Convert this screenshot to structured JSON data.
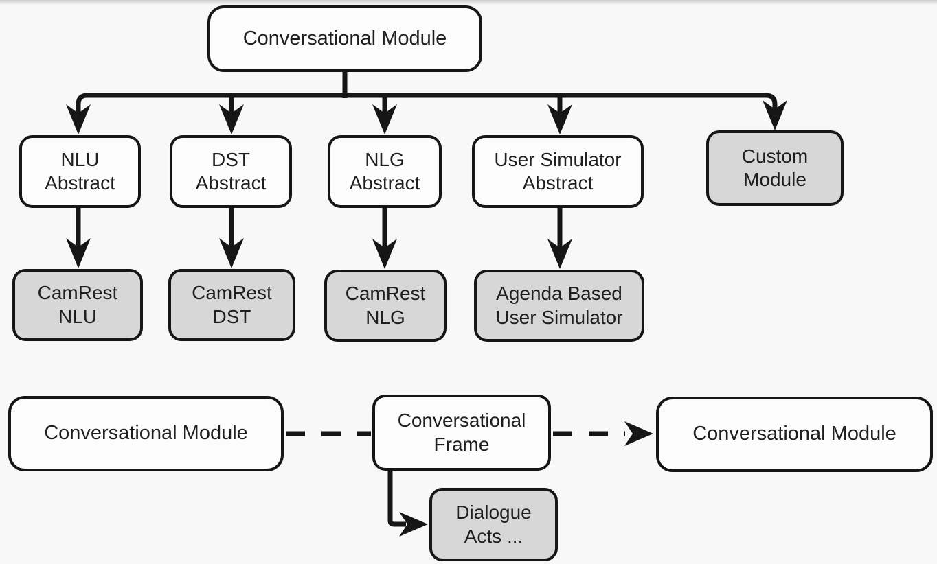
{
  "colors": {
    "background": "#f8f8f8",
    "node_fill_white": "#fcfcfc",
    "node_fill_gray": "#d7d7d7",
    "border": "#161616",
    "line": "#161616",
    "text": "#1f1f1f"
  },
  "hierarchy": {
    "root": {
      "label": "Conversational Module"
    },
    "abstracts": [
      {
        "label": "NLU\nAbstract",
        "variant": "white"
      },
      {
        "label": "DST\nAbstract",
        "variant": "white"
      },
      {
        "label": "NLG\nAbstract",
        "variant": "white"
      },
      {
        "label": "User Simulator\nAbstract",
        "variant": "white"
      },
      {
        "label": "Custom\nModule",
        "variant": "gray"
      }
    ],
    "implementations": [
      {
        "label": "CamRest\nNLU",
        "variant": "gray"
      },
      {
        "label": "CamRest\nDST",
        "variant": "gray"
      },
      {
        "label": "CamRest\nNLG",
        "variant": "gray"
      },
      {
        "label": "Agenda Based\nUser Simulator",
        "variant": "gray"
      }
    ]
  },
  "flow": {
    "left_module": {
      "label": "Conversational Module"
    },
    "frame": {
      "label": "Conversational\nFrame"
    },
    "right_module": {
      "label": "Conversational Module"
    },
    "dialogue_acts": {
      "label": "Dialogue\nActs ..."
    }
  }
}
